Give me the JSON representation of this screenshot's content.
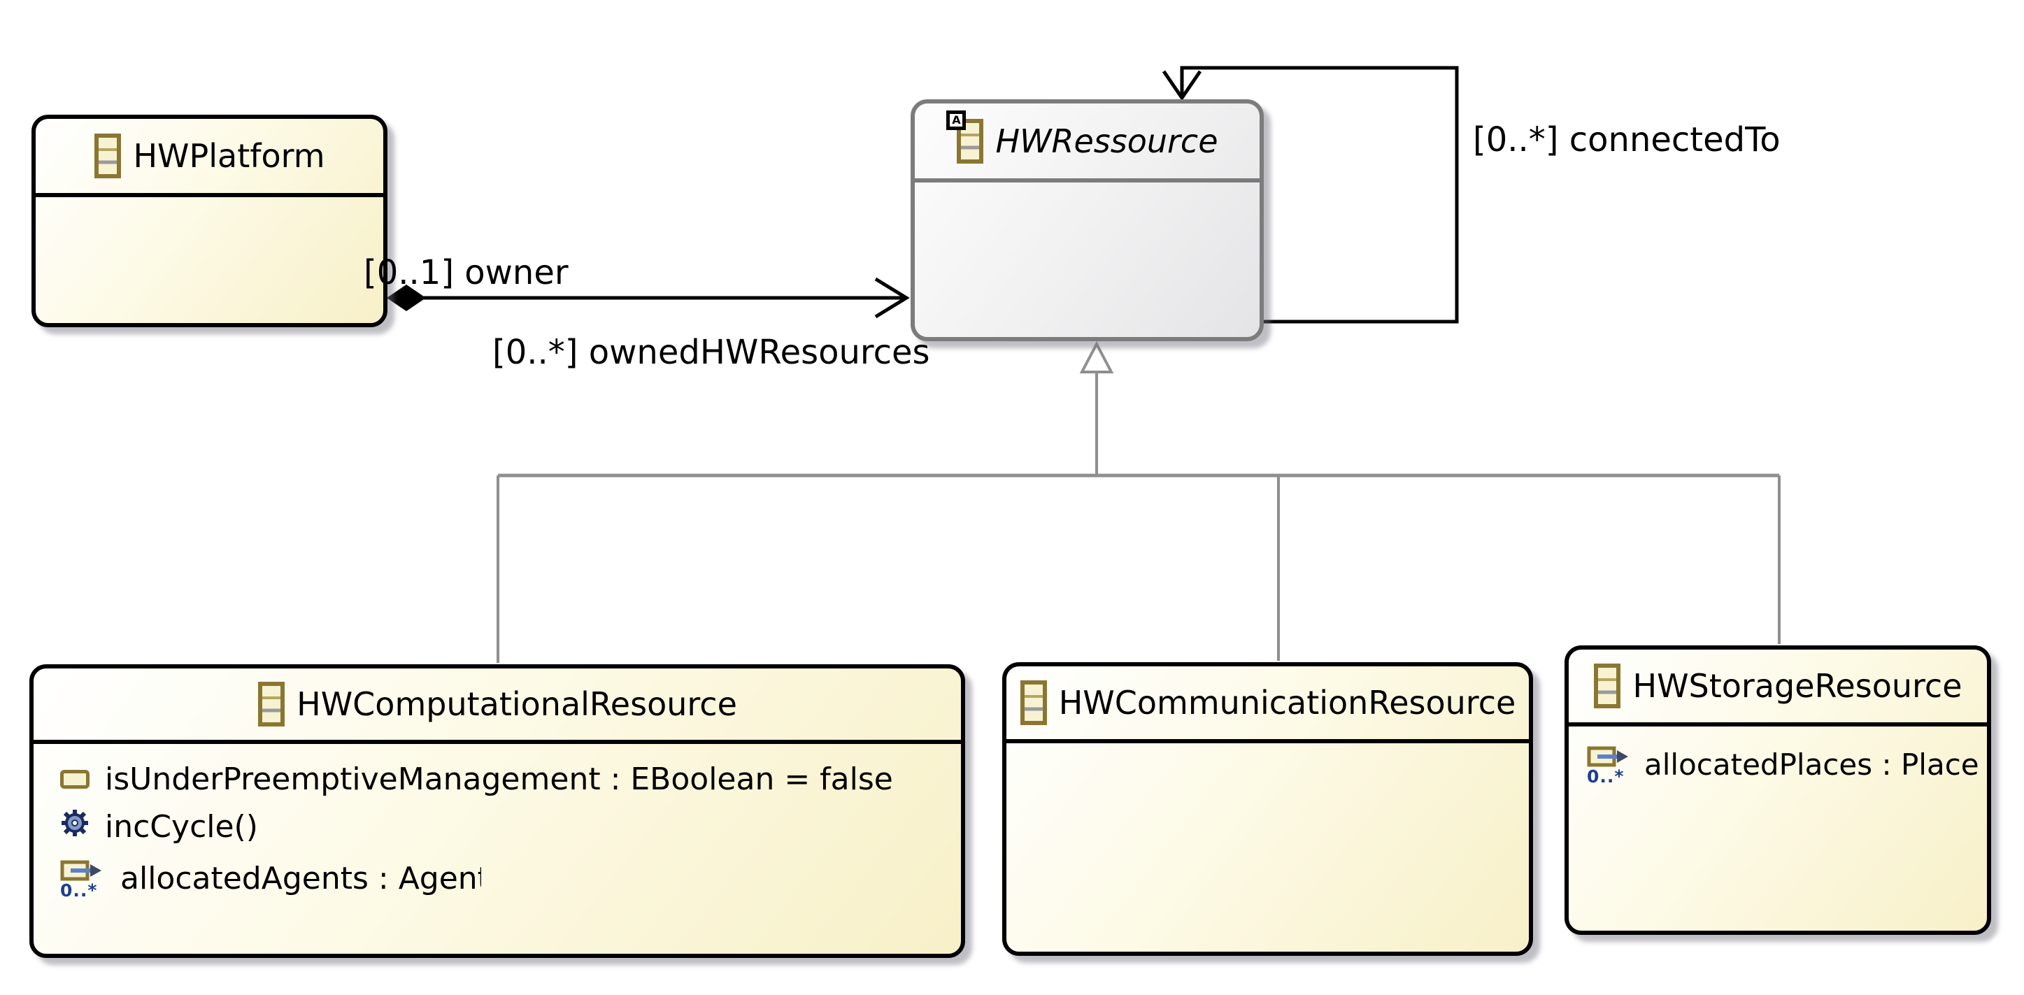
{
  "classes": {
    "hwPlatform": {
      "name": "HWPlatform"
    },
    "hwRessource": {
      "name": "HWRessource",
      "abstract_badge": "A"
    },
    "hwComputationalResource": {
      "name": "HWComputationalResource",
      "attribute1": "isUnderPreemptiveManagement : EBoolean = false",
      "operation1": "incCycle()",
      "reference1": "allocatedAgents : Agent",
      "reference1_cardinality": "0..*"
    },
    "hwCommunicationResource": {
      "name": "HWCommunicationResource"
    },
    "hwStorageResource": {
      "name": "HWStorageResource",
      "reference1": "allocatedPlaces : Place",
      "reference1_cardinality": "0..*"
    }
  },
  "edges": {
    "ownedHWResources": {
      "source_label": "[0..1] owner",
      "target_label": "[0..*] ownedHWResources"
    },
    "connectedTo": {
      "label": "[0..*] connectedTo"
    }
  },
  "colors": {
    "class_border": "#000000",
    "class_fill_light": "#ffffff",
    "class_fill_dark": "#f7f0c8",
    "abstract_border": "#7c7c7c",
    "abstract_fill_light": "#fdfdfd",
    "abstract_fill_dark": "#e4e4e6",
    "icon_border": "#8a7632",
    "icon_fill": "#f7f3d2",
    "reference_navy": "#1d3f8f",
    "gear_blue": "#7e9cc8",
    "gear_outline": "#1b2a5e",
    "generalization_gray": "#8f8f8f",
    "association_black": "#000000"
  }
}
